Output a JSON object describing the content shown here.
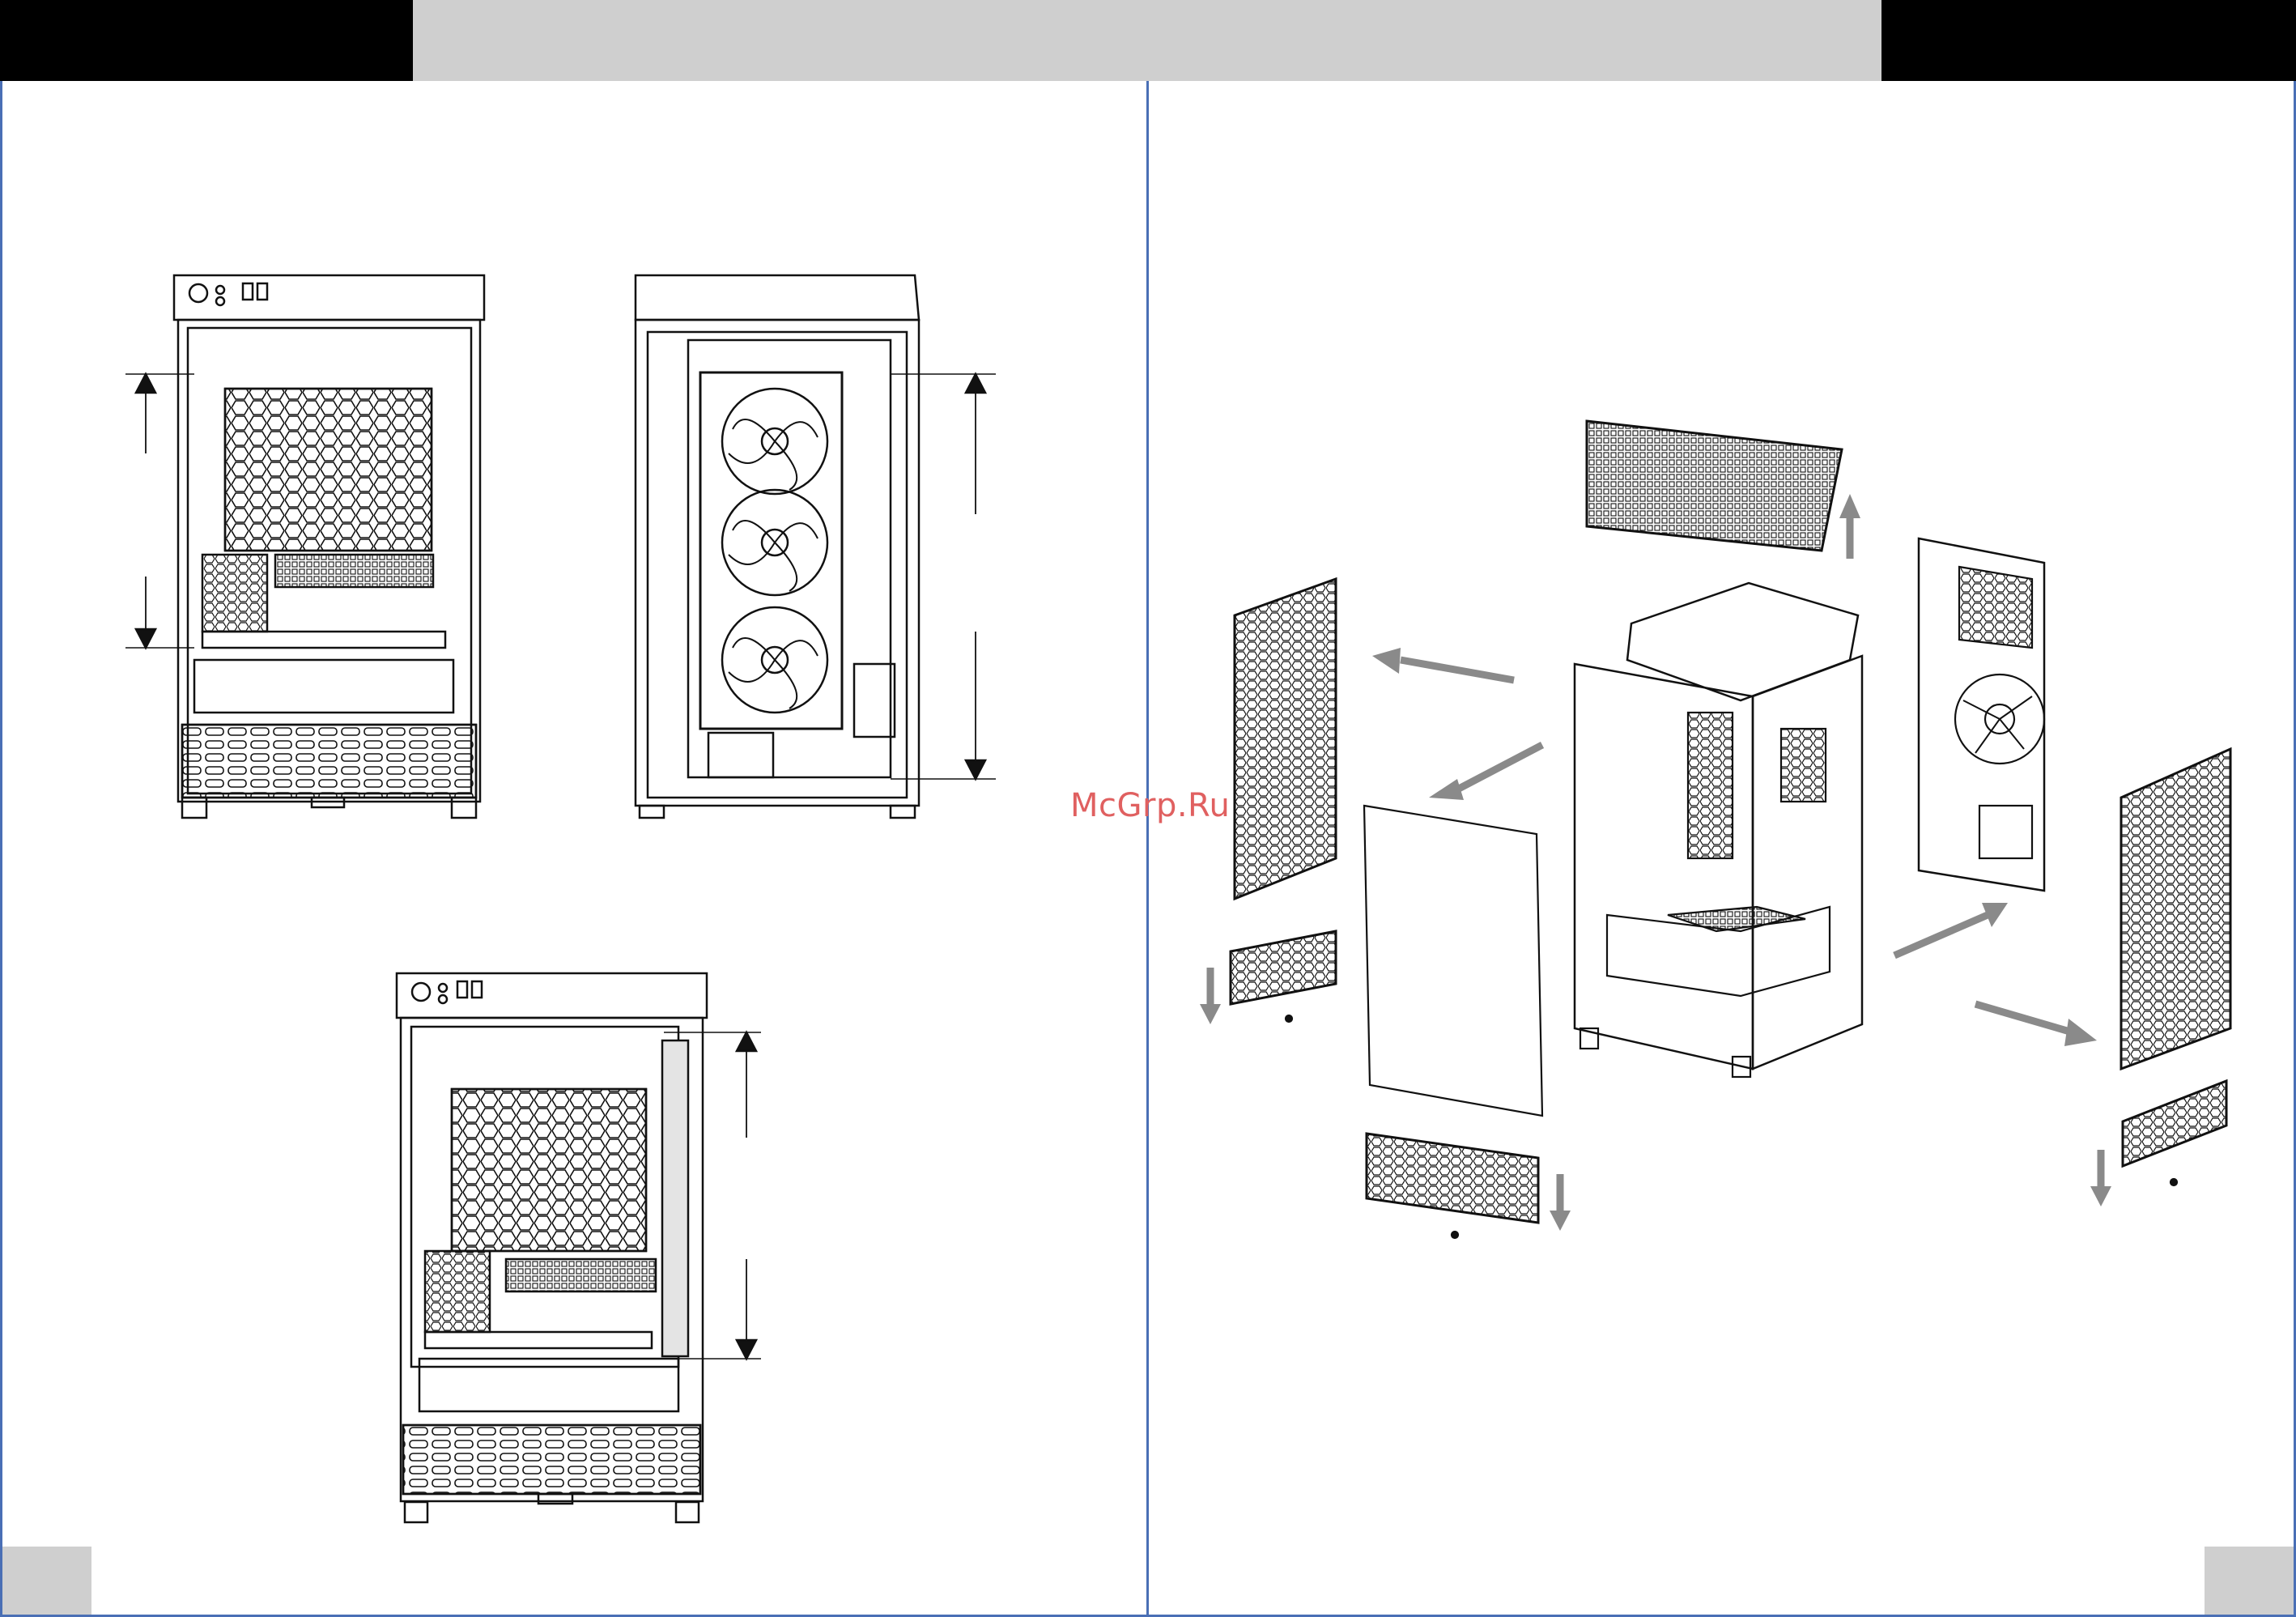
{
  "watermark": {
    "text": "McGrp.Ru"
  },
  "colors": {
    "header_black": "#000000",
    "header_grey": "#cfcfcf",
    "page_border": "#4a6fb5",
    "arrow_grey": "#8a8a8a",
    "line": "#111111"
  },
  "figures": [
    {
      "name": "case-front-view-dimension",
      "icon": "computer-case-front-icon"
    },
    {
      "name": "case-side-view-gpu-dimension",
      "icon": "computer-case-gpu-icon"
    },
    {
      "name": "case-front-view-radiator-dimension",
      "icon": "computer-case-front-icon"
    },
    {
      "name": "case-exploded-view",
      "icon": "exploded-panels-icon"
    }
  ]
}
